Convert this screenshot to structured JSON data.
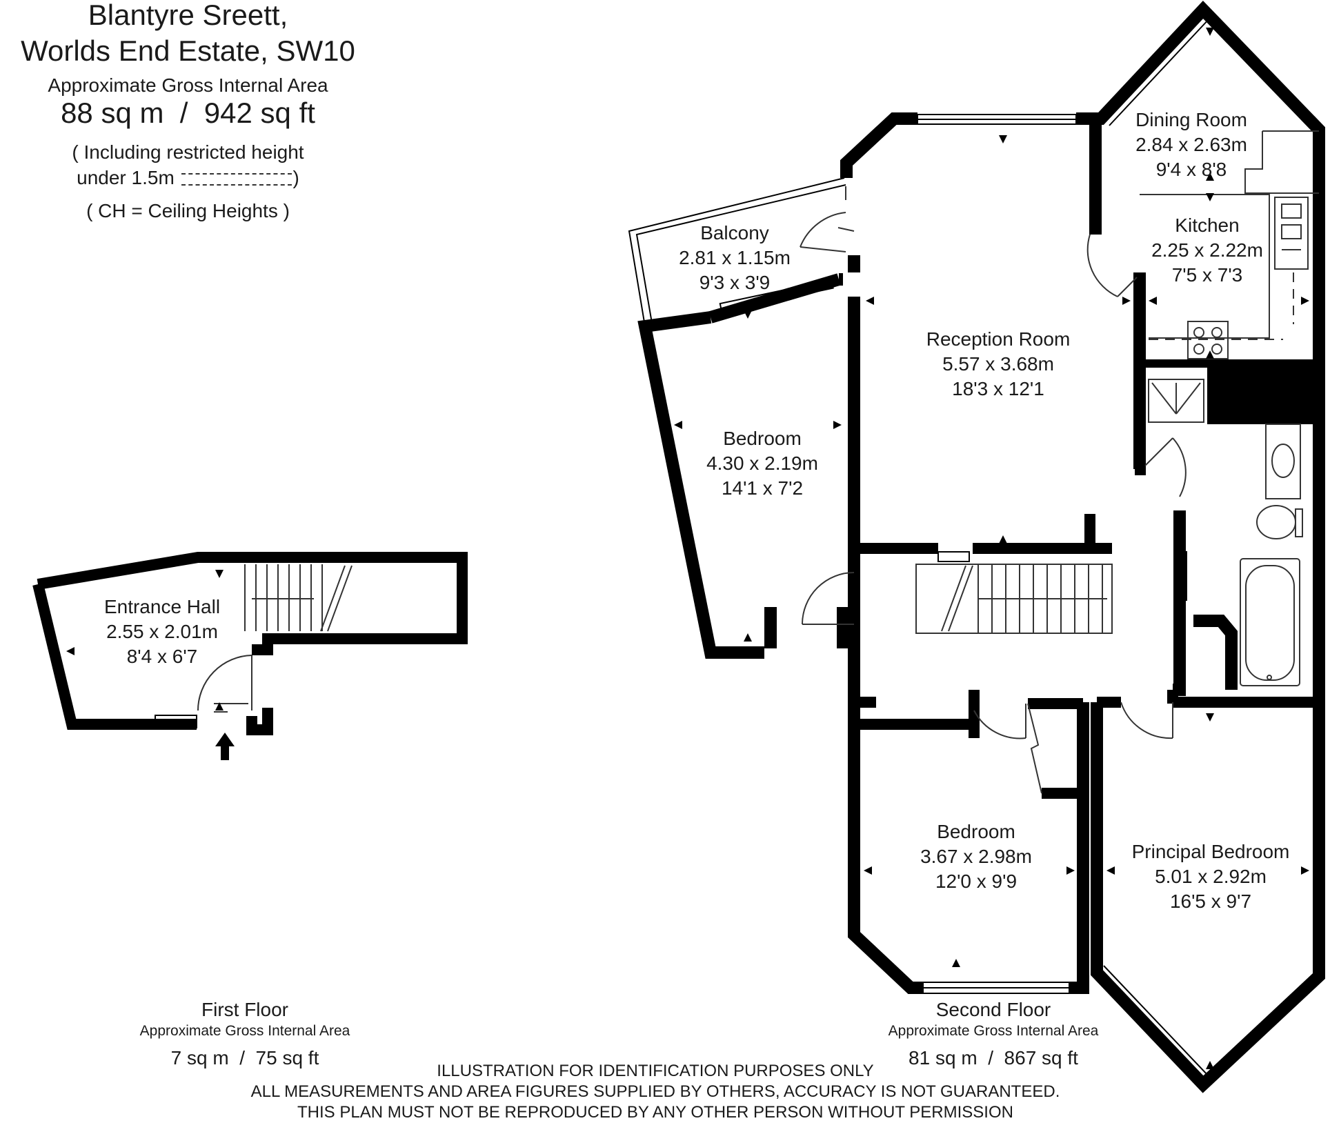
{
  "header": {
    "address_line1": "Blantyre Sreett,",
    "address_line2": "Worlds End Estate, SW10",
    "area_caption": "Approximate Gross Internal Area",
    "total_area": "88 sq m  /  942 sq ft",
    "restricted_line1": "( Including restricted height",
    "restricted_line2_prefix": "under 1.5m",
    "restricted_line2_suffix": ")",
    "ch_note": "( CH = Ceiling Heights )"
  },
  "rooms": [
    {
      "name": "Entrance Hall",
      "metric": "2.55 x 2.01m",
      "imperial": "8'4 x 6'7"
    },
    {
      "name": "Balcony",
      "metric": "2.81 x 1.15m",
      "imperial": "9'3 x 3'9"
    },
    {
      "name": "Bedroom",
      "metric": "4.30 x 2.19m",
      "imperial": "14'1 x 7'2"
    },
    {
      "name": "Reception Room",
      "metric": "5.57 x 3.68m",
      "imperial": "18'3 x 12'1"
    },
    {
      "name": "Dining Room",
      "metric": "2.84 x 2.63m",
      "imperial": "9'4 x 8'8"
    },
    {
      "name": "Kitchen",
      "metric": "2.25 x 2.22m",
      "imperial": "7'5 x 7'3"
    },
    {
      "name": "Bedroom",
      "metric": "3.67 x 2.98m",
      "imperial": "12'0 x 9'9"
    },
    {
      "name": "Principal Bedroom",
      "metric": "5.01 x 2.92m",
      "imperial": "16'5 x 9'7"
    }
  ],
  "floors": [
    {
      "name": "First Floor",
      "caption": "Approximate Gross Internal Area",
      "area": "7 sq m  /  75 sq ft"
    },
    {
      "name": "Second Floor",
      "caption": "Approximate Gross Internal Area",
      "area": "81 sq m  /  867 sq ft"
    }
  ],
  "disclaimer": {
    "line1": "ILLUSTRATION FOR IDENTIFICATION PURPOSES ONLY",
    "line2": "ALL MEASUREMENTS AND AREA FIGURES SUPPLIED BY OTHERS, ACCURACY IS NOT GUARANTEED.",
    "line3": "THIS PLAN MUST NOT BE REPRODUCED BY ANY OTHER PERSON WITHOUT PERMISSION"
  },
  "colors": {
    "wall": "#000000",
    "line": "#333333",
    "text": "#1a1a1a",
    "background": "#ffffff"
  }
}
